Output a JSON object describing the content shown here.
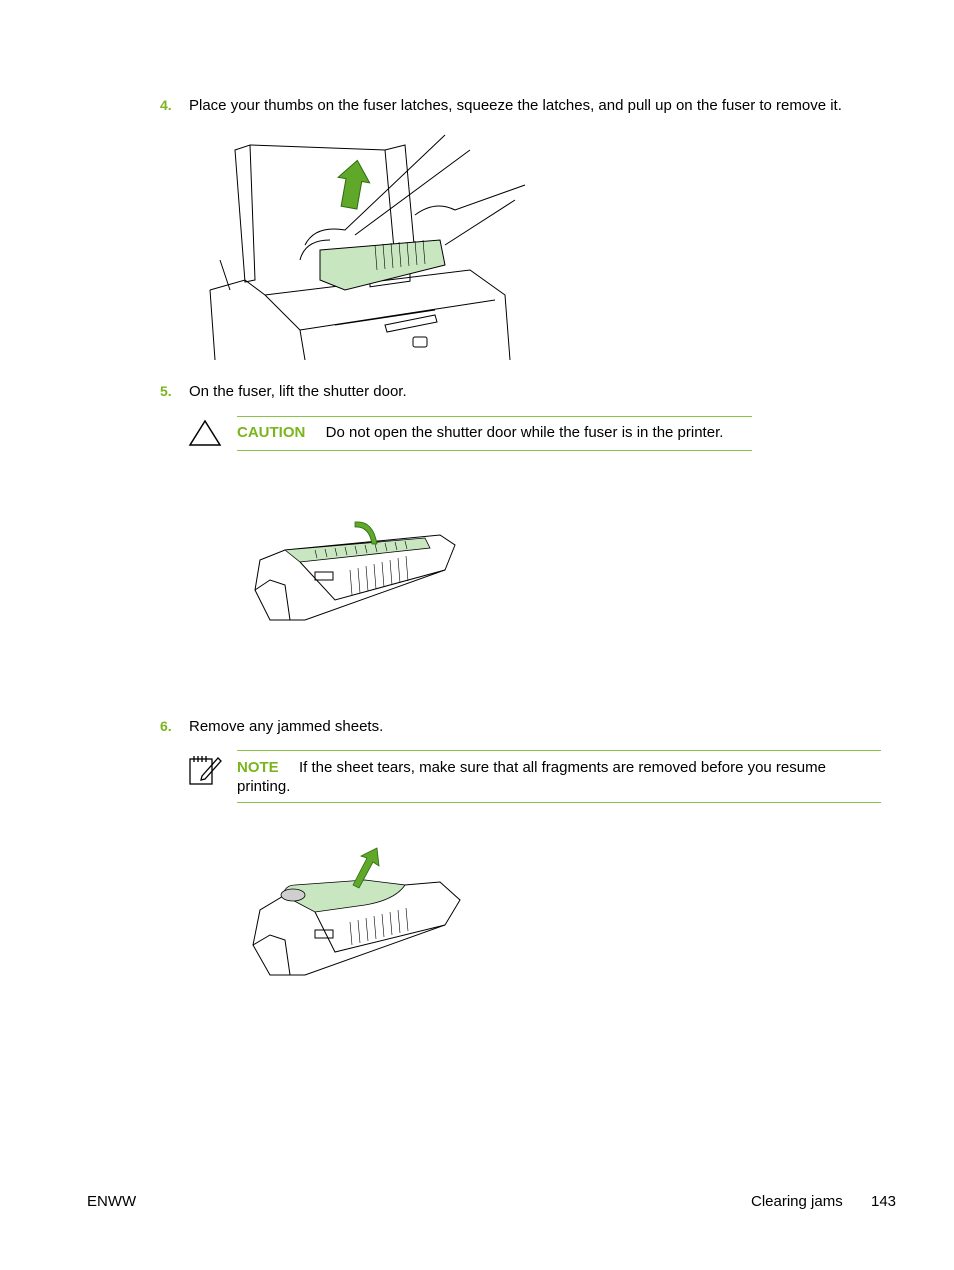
{
  "steps": [
    {
      "number": "4.",
      "text": "Place your thumbs on the fuser latches, squeeze the latches, and pull up on the fuser to remove it."
    },
    {
      "number": "5.",
      "text": "On the fuser, lift the shutter door."
    },
    {
      "number": "6.",
      "text": "Remove any jammed sheets."
    }
  ],
  "caution": {
    "label": "CAUTION",
    "text": "Do not open the shutter door while the fuser is in the printer.",
    "icon": "caution-triangle-icon"
  },
  "note": {
    "label": "NOTE",
    "text": "If the sheet tears, make sure that all fragments are removed before you resume printing.",
    "icon": "note-pad-icon"
  },
  "footer": {
    "left": "ENWW",
    "section": "Clearing jams",
    "page": "143"
  },
  "colors": {
    "accent": "#7ab51d",
    "highlight": "#c8e6c0"
  }
}
